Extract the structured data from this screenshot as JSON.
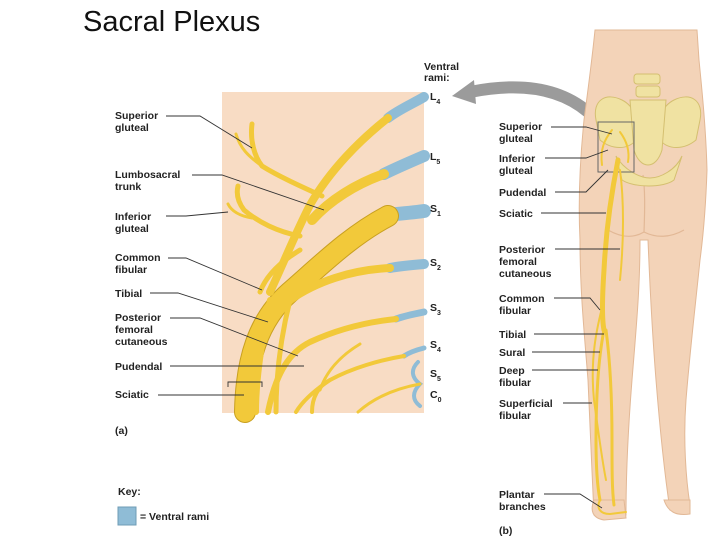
{
  "title": "Sacral Plexus",
  "panel_a": {
    "label": "(a)",
    "ventral_rami_heading": [
      "Ventral",
      "rami:"
    ],
    "roots": [
      {
        "main": "L",
        "sub": "4"
      },
      {
        "main": "L",
        "sub": "5"
      },
      {
        "main": "S",
        "sub": "1"
      },
      {
        "main": "S",
        "sub": "2"
      },
      {
        "main": "S",
        "sub": "3"
      },
      {
        "main": "S",
        "sub": "4"
      },
      {
        "main": "S",
        "sub": "5"
      },
      {
        "main": "C",
        "sub": "0"
      }
    ],
    "labels": [
      [
        "Superior",
        "gluteal"
      ],
      [
        "Lumbosacral",
        "trunk"
      ],
      [
        "Inferior",
        "gluteal"
      ],
      [
        "Common",
        "fibular"
      ],
      [
        "Tibial"
      ],
      [
        "Posterior",
        "femoral",
        "cutaneous"
      ],
      [
        "Pudendal"
      ],
      [
        "Sciatic"
      ]
    ]
  },
  "panel_b": {
    "label": "(b)",
    "labels": [
      [
        "Superior",
        "gluteal"
      ],
      [
        "Inferior",
        "gluteal"
      ],
      [
        "Pudendal"
      ],
      [
        "Sciatic"
      ],
      [
        "Posterior",
        "femoral",
        "cutaneous"
      ],
      [
        "Common",
        "fibular"
      ],
      [
        "Tibial"
      ],
      [
        "Sural"
      ],
      [
        "Deep",
        "fibular"
      ],
      [
        "Superficial",
        "fibular"
      ],
      [
        "Plantar",
        "branches"
      ]
    ]
  },
  "key": {
    "heading": "Key:",
    "item": "= Ventral rami",
    "swatch_color": "#8fbcd6"
  },
  "colors": {
    "nerve": "#f2c93a",
    "ventral_rami": "#8fbcd6",
    "background_panel": "#f8dcc4",
    "skin": "#f3d3b8",
    "bone": "#f0e2a2"
  }
}
